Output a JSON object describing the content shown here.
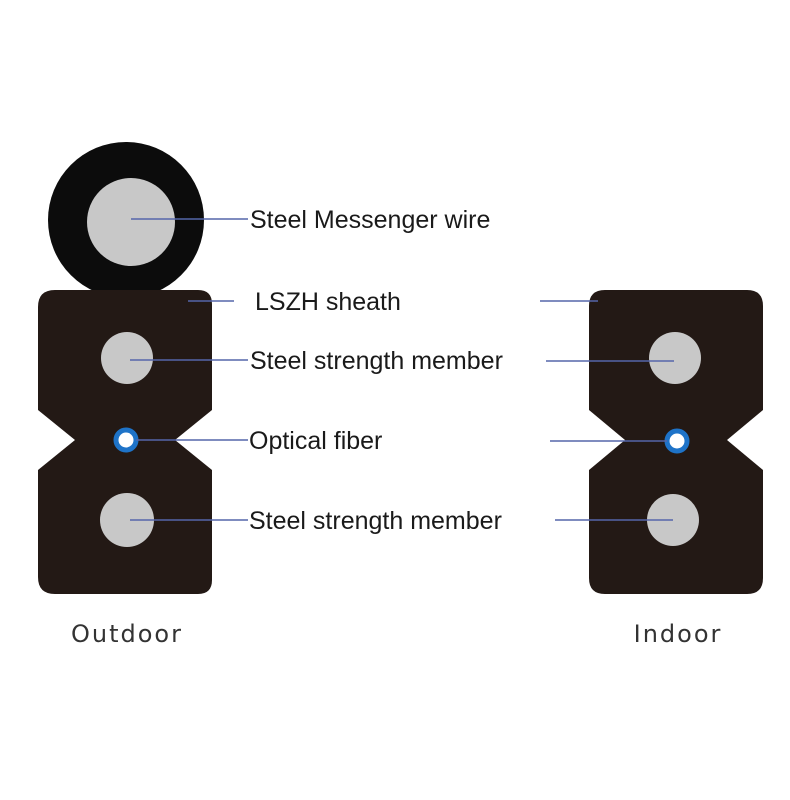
{
  "labels": {
    "messenger": "Steel Messenger wire",
    "sheath": "LSZH sheath",
    "strength_top": "Steel strength member",
    "fiber": "Optical fiber",
    "strength_bottom": "Steel strength member"
  },
  "captions": {
    "outdoor": "Outdoor",
    "indoor": "Indoor"
  },
  "colors": {
    "jacket": "#231915",
    "messenger_jacket": "#0c0c0c",
    "steel": "#c8c8c8",
    "fiber_ring": "#1e73c8",
    "fiber_core": "#ffffff",
    "leader": "#5566aa"
  }
}
